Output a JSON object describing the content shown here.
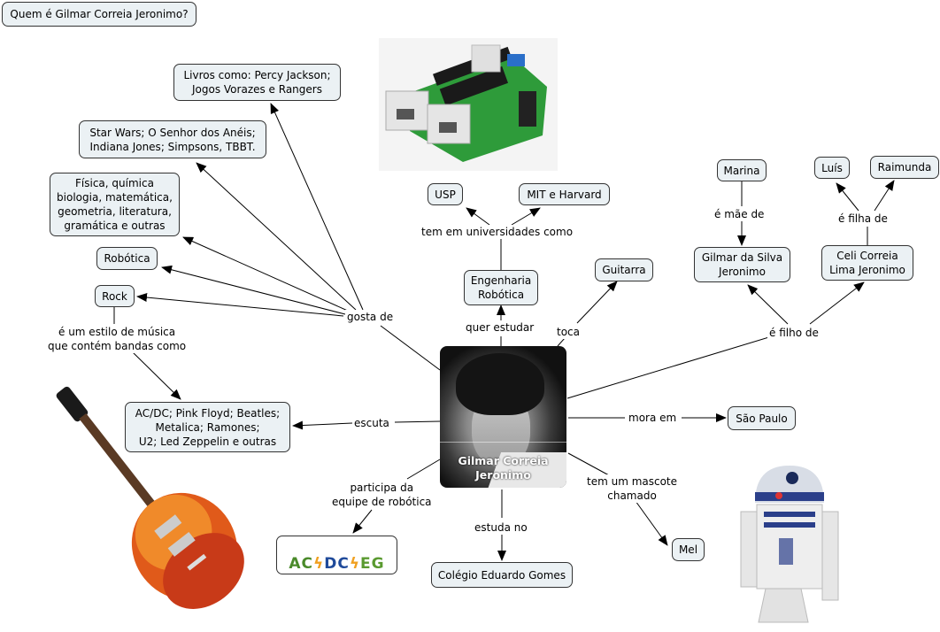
{
  "title_box": "Quem é Gilmar Correia Jeronimo?",
  "central": {
    "label": "Gilmar Correia\nJeronimo",
    "image": "portrait-photo"
  },
  "nodes": {
    "livros": "Livros como: Percy Jackson;\nJogos Vorazes e Rangers",
    "filmes": "Star Wars; O Senhor dos Anéis;\nIndiana Jones; Simpsons, TBBT.",
    "materias": "Física, química\nbiologia, matemática,\ngeometria, literatura,\ngramática e outras",
    "robotica": "Robótica",
    "rock": "Rock",
    "bandas": "AC/DC; Pink Floyd; Beatles;\nMetalica; Ramones;\nU2; Led Zeppelin e outras",
    "usp": "USP",
    "mit": "MIT e Harvard",
    "engenharia": "Engenharia\nRobótica",
    "guitarra": "Guitarra",
    "marina": "Marina",
    "luis": "Luís",
    "raimunda": "Raimunda",
    "pai": "Gilmar da Silva\nJeronimo",
    "mae": "Celi Correia\nLima Jeronimo",
    "sao_paulo": "São Paulo",
    "colegio": "Colégio Eduardo Gomes",
    "mel": "Mel",
    "equipe_logo": "AC/DC/EG"
  },
  "links": {
    "gosta_de": "gosta de",
    "estilo": "é um estilo de música\nque contém bandas como",
    "escuta": "escuta",
    "universidades": "tem em universidades como",
    "quer_estudar": "quer estudar",
    "toca": "toca",
    "mae_de": "é mãe de",
    "filha_de": "é filha de",
    "filho_de": "é filho de",
    "mora_em": "mora em",
    "participa": "participa da\nequipe de robótica",
    "estuda_no": "estuda no",
    "mascote": "tem um mascote\nchamado"
  },
  "images": [
    "circuit-board-image",
    "guitar-image",
    "r2d2-image",
    "team-logo-image"
  ],
  "colors": {
    "node_fill": "#ebf1f4",
    "node_border": "#333333",
    "line": "#000000"
  }
}
